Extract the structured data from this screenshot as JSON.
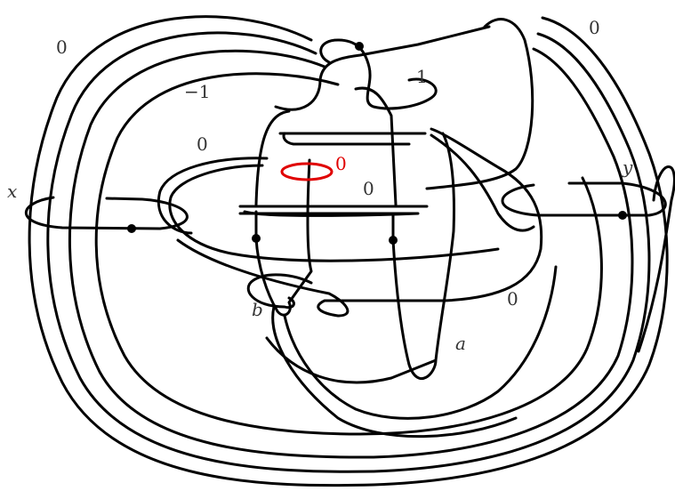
{
  "colors": {
    "stroke": "#000000",
    "label": "#333333",
    "highlight": "#e00000",
    "background": "#ffffff"
  },
  "labels": {
    "framing_top_left": "0",
    "framing_top_right": "0",
    "framing_minus_one": "−1",
    "framing_one": "1",
    "framing_mid_left": "0",
    "framing_center": "0",
    "framing_red": "0",
    "framing_lower_right": "0",
    "comp_x": "x",
    "comp_y": "y",
    "comp_a": "a",
    "comp_b": "b"
  },
  "dots": [
    {
      "name": "dot-top-node"
    },
    {
      "name": "dot-x-node"
    },
    {
      "name": "dot-b-node"
    },
    {
      "name": "dot-a-node"
    },
    {
      "name": "dot-y-node"
    }
  ]
}
